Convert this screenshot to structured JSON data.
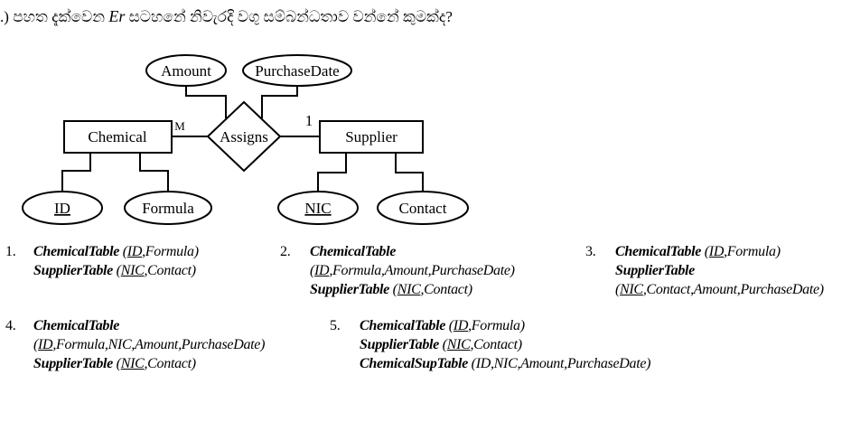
{
  "question": {
    "prefix": ".)",
    "text_before": "පහත දැක්වෙන",
    "er": "Er",
    "text_after": "සටහනේ නිවැරදි වගු සම්බන්ධතාව වන්නේ කුමක්ද?"
  },
  "diagram": {
    "entities": [
      "Chemical",
      "Supplier"
    ],
    "relationship": "Assigns",
    "relationship_attributes": [
      "Amount",
      "PurchaseDate"
    ],
    "chemical_attributes": [
      "ID",
      "Formula"
    ],
    "supplier_attributes": [
      "NIC",
      "Contact"
    ],
    "cardinality_chemical": "M",
    "cardinality_supplier": "1"
  },
  "options": [
    {
      "num": "1.",
      "lines": [
        {
          "table": "ChemicalTable",
          "open": " (",
          "key": "ID",
          "rest": ",Formula)"
        },
        {
          "table": "SupplierTable",
          "open": " (",
          "key": "NIC",
          "rest": ",Contact)"
        }
      ]
    },
    {
      "num": "2.",
      "l1": "ChemicalTable",
      "l2key": "ID",
      "l2rest": ",Formula,Amount,PurchaseDate)",
      "l3table": "SupplierTable",
      "l3key": "NIC",
      "l3rest": ",Contact)"
    },
    {
      "num": "3.",
      "l1table": "ChemicalTable",
      "l1key": "ID",
      "l1rest": ",Formula)",
      "l2": "SupplierTable",
      "l3key": "NIC",
      "l3rest": ",Contact,Amount,PurchaseDate)"
    },
    {
      "num": "4.",
      "l1": "ChemicalTable",
      "l2key": "ID",
      "l2rest": ",Formula,NIC,Amount,PurchaseDate)",
      "l3table": "SupplierTable",
      "l3key": "NIC",
      "l3rest": ",Contact)"
    },
    {
      "num": "5.",
      "l1table": "ChemicalTable",
      "l1key": "ID",
      "l1rest": ",Formula)",
      "l2table": "SupplierTable",
      "l2key": "NIC",
      "l2rest": ",Contact)",
      "l3table": "ChemicalSupTable",
      "l3rest": " (ID,NIC,Amount,PurchaseDate)"
    }
  ]
}
